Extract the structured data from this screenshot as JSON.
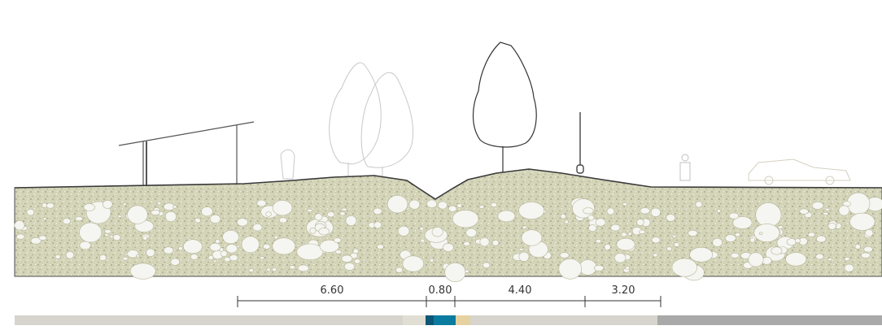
{
  "dimensions": {
    "labels": [
      "6.60",
      "0.80",
      "4.40",
      "3.20"
    ]
  },
  "colors": {
    "soil": "#d2d2b4",
    "soil_dark": "#aaa98a",
    "pebble": "#f5f5f1",
    "line": "#444444",
    "bar_base": "#cfcfcf",
    "bar_light": "#dcdad2",
    "bar_grey": "#a9a9a9",
    "bar_accent": "#0b7ca0",
    "bar_accent_dark": "#0e5675",
    "bar_sand": "#e6d2a0"
  },
  "icons": [
    "canopy-shelter-icon",
    "tree-icon",
    "pole-icon",
    "car-icon",
    "person-icon"
  ]
}
